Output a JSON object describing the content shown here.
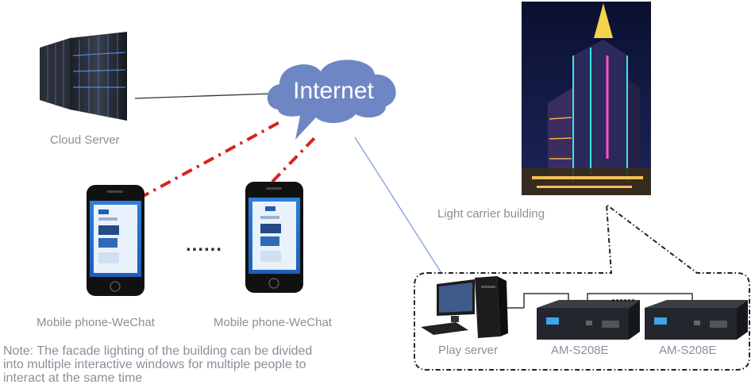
{
  "cloud": {
    "label": "Internet"
  },
  "cloud_server": {
    "label": "Cloud Server"
  },
  "phones": [
    {
      "label": "Mobile phone-WeChat"
    },
    {
      "label": "Mobile phone-WeChat"
    }
  ],
  "phone_ellipsis": "......",
  "building": {
    "label": "Light carrier building"
  },
  "play_server": {
    "label": "Play server"
  },
  "controllers": [
    {
      "label": "AM-S208E"
    },
    {
      "label": "AM-S208E"
    }
  ],
  "controller_ellipsis": "......",
  "note": {
    "lines": [
      "Note: The facade lighting of the building can be divided",
      "into multiple interactive windows for multiple people to",
      "interact at the same time"
    ]
  },
  "colors": {
    "cloud": "#6e87c4",
    "dashed_link": "#d9221f",
    "label_gray": "#8a8f98",
    "line_blue": "#7f9fd6"
  }
}
